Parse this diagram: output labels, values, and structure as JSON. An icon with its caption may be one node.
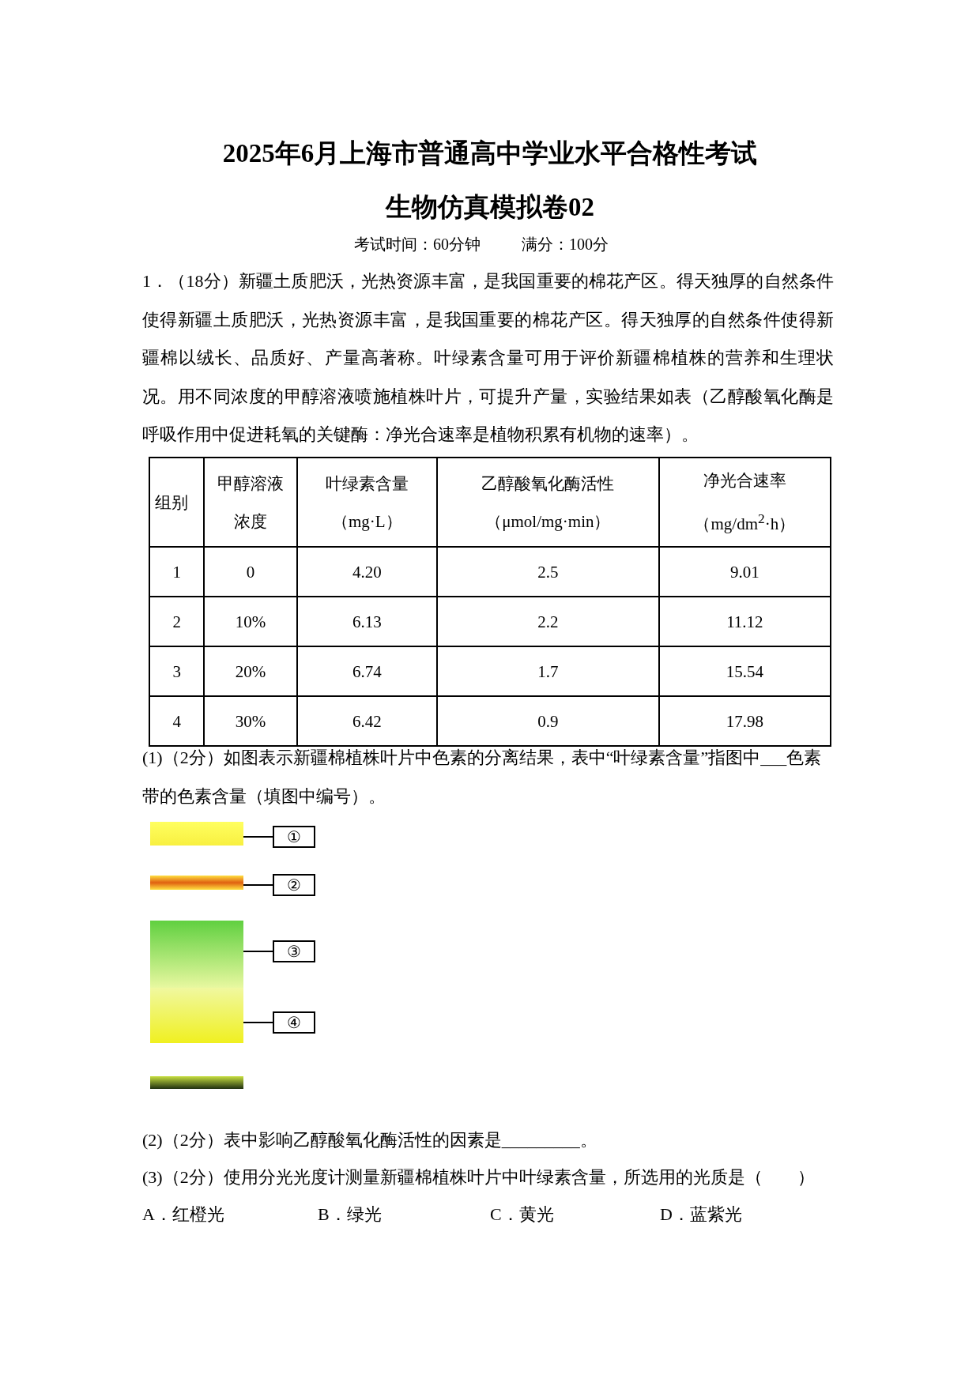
{
  "diagram": {
    "title": "2025年6月上海市普通高中学业水平合格性考试",
    "nodes": [
      {
        "text": [],
        "shape": "picture"
      },
      {
        "text": [
          "①"
        ]
      },
      {
        "text": [],
        "shape": "picture"
      },
      {
        "text": [
          "②"
        ]
      },
      {
        "text": [],
        "shape": "picture"
      },
      {
        "text": [
          "③"
        ]
      },
      {
        "text": [],
        "shape": "picture"
      },
      {
        "text": [
          "④"
        ]
      },
      {
        "text": [],
        "shape": "picture"
      }
    ],
    "edges": [
      {
        "from": 1,
        "to": 0,
        "arrow": "none"
      },
      {
        "from": 3,
        "to": 2,
        "arrow": "none"
      },
      {
        "from": 5,
        "to": 4,
        "arrow": "none"
      },
      {
        "from": 7,
        "to": 6,
        "arrow": "none"
      }
    ],
    "labels": [
      "生物仿真模拟卷02",
      "考试时间：60分钟",
      "满分：100分",
      "1．（18分）新疆土质肥沃，光热资源丰富，是我国重要的棉花产区。得天独厚的自然条件使得新疆土质肥沃，光热资源丰富，是我国重要的棉花产区。得天独厚的自然条件使得新疆棉以绒长、品质好、产量高著称。叶绿素含量可用于评价新疆棉植株的营养和生理状况。用不同浓度的甲醇溶液喷施植株叶片，可提升产量，实验结果如表（乙醇酸氧化酶是呼吸作用中促进耗氧的关键酶：净光合速率是植物积累有机物的速率）。",
      "组别",
      "甲醇溶液浓度",
      "叶绿素含量（mg·L）",
      "乙醇酸氧化酶活性（μmol/mg·min）",
      "净光合速率（mg/dm$^{2}$·h）",
      "1",
      "0",
      "4.20",
      "2.5",
      "9.01",
      "2",
      "10%",
      "6.13",
      "2.2",
      "11.12",
      "3",
      "20%",
      "6.74",
      "1.7",
      "15.54",
      "4",
      "30%",
      "6.42",
      "0.9",
      "17.98",
      "(1)（2分）如图表示新疆棉植株叶片中色素的分离结果，表中“叶绿素含量”指图中___色素带的色素含量（填图中编号）。",
      "(2)（2分）表中影响乙醇酸氧化酶活性的因素是_________。",
      "(3)（2分）使用分光光度计测量新疆棉植株叶片中叶绿素含量，所选用的光质是（　　）",
      "A．红橙光",
      "B．绿光",
      "C．黄光",
      "D．蓝紫光"
    ]
  }
}
